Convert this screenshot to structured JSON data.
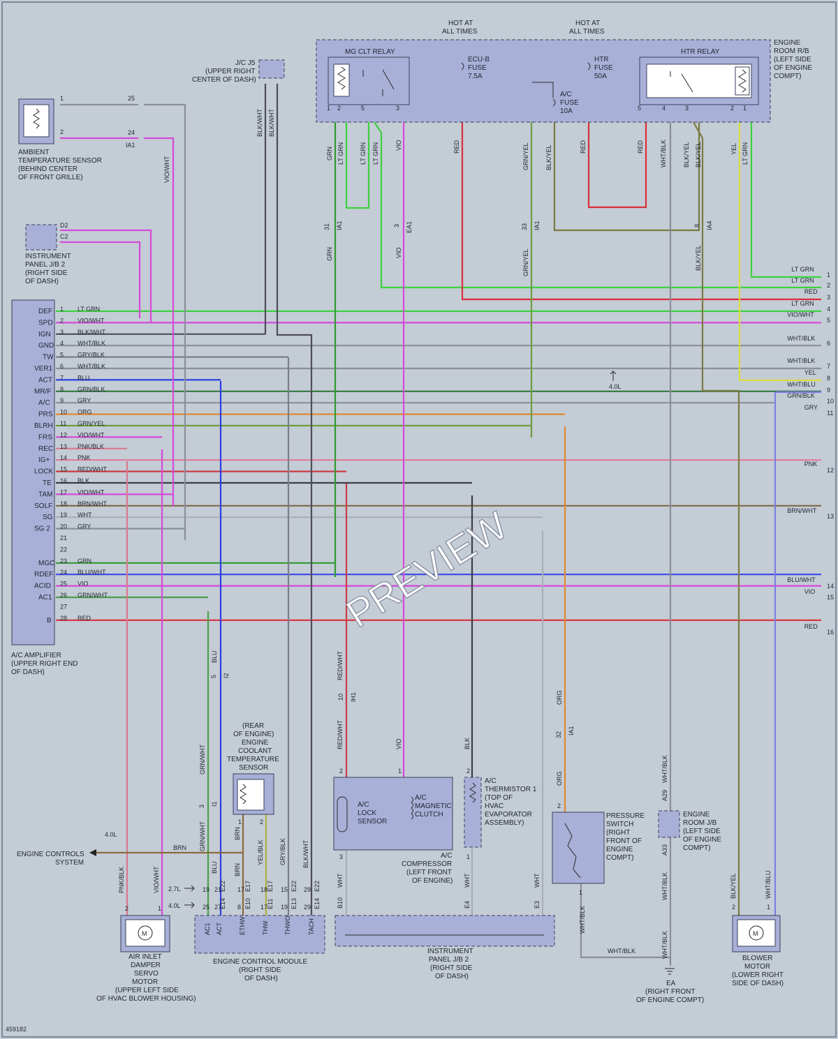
{
  "doc_id": "459182",
  "watermark": "PREVIEW",
  "hot_at_all_times": [
    "HOT AT",
    "ALL TIMES"
  ],
  "engine_room_rb": [
    "ENGINE",
    "ROOM R/B",
    "(LEFT SIDE",
    "OF ENGINE",
    "COMPT)"
  ],
  "relays": {
    "mg_clt": "MG CLT RELAY",
    "htr": "HTR RELAY"
  },
  "fuses": {
    "ecub": [
      "ECU-B",
      "FUSE",
      "7.5A"
    ],
    "ac": [
      "A/C",
      "FUSE",
      "10A"
    ],
    "htr": [
      "HTR",
      "FUSE",
      "50A"
    ]
  },
  "jc_j5": [
    "J/C J5",
    "(UPPER RIGHT",
    "CENTER OF DASH)"
  ],
  "ambient_sensor": [
    "AMBIENT",
    "TEMPERATURE SENSOR",
    "(BEHIND CENTER",
    "OF FRONT GRILLE)"
  ],
  "ip_jb2_top": [
    "INSTRUMENT",
    "PANEL J/B 2",
    "(RIGHT SIDE",
    "OF DASH)"
  ],
  "ac_amplifier": {
    "caption": [
      "A/C AMPLIFIER",
      "(UPPER RIGHT END",
      "OF DASH)"
    ],
    "pins": [
      {
        "name": "DEF",
        "num": "1",
        "color": "LT GRN"
      },
      {
        "name": "SPD",
        "num": "2",
        "color": "VIO/WHT"
      },
      {
        "name": "IGN",
        "num": "3",
        "color": "BLK/WHT"
      },
      {
        "name": "GND",
        "num": "4",
        "color": "WHT/BLK"
      },
      {
        "name": "TW",
        "num": "5",
        "color": "GRY/BLK"
      },
      {
        "name": "VER1",
        "num": "6",
        "color": "WHT/BLK"
      },
      {
        "name": "ACT",
        "num": "7",
        "color": "BLU"
      },
      {
        "name": "MR/F",
        "num": "8",
        "color": "GRN/BLK"
      },
      {
        "name": "A/C",
        "num": "9",
        "color": "GRY"
      },
      {
        "name": "PRS",
        "num": "10",
        "color": "ORG"
      },
      {
        "name": "BLRH",
        "num": "11",
        "color": "GRN/YEL"
      },
      {
        "name": "FRS",
        "num": "12",
        "color": "VIO/WHT"
      },
      {
        "name": "REC",
        "num": "13",
        "color": "PNK/BLK"
      },
      {
        "name": "IG+",
        "num": "14",
        "color": "PNK"
      },
      {
        "name": "LOCK",
        "num": "15",
        "color": "RED/WHT"
      },
      {
        "name": "TE",
        "num": "16",
        "color": "BLK"
      },
      {
        "name": "TAM",
        "num": "17",
        "color": "VIO/WHT"
      },
      {
        "name": "SOLF",
        "num": "18",
        "color": "BRN/WHT"
      },
      {
        "name": "SG",
        "num": "19",
        "color": "WHT"
      },
      {
        "name": "SG 2",
        "num": "20",
        "color": "GRY"
      },
      {
        "name": "",
        "num": "21",
        "color": ""
      },
      {
        "name": "",
        "num": "22",
        "color": ""
      },
      {
        "name": "MGC",
        "num": "23",
        "color": "GRN"
      },
      {
        "name": "RDEF",
        "num": "24",
        "color": "BLU/WHT"
      },
      {
        "name": "ACID",
        "num": "25",
        "color": "VIO"
      },
      {
        "name": "AC1",
        "num": "26",
        "color": "GRN/WHT"
      },
      {
        "name": "",
        "num": "27",
        "color": ""
      },
      {
        "name": "B",
        "num": "28",
        "color": "RED"
      }
    ]
  },
  "right_side_wires": [
    {
      "label": "LT GRN",
      "num": "1"
    },
    {
      "label": "LT GRN",
      "num": "2"
    },
    {
      "label": "RED",
      "num": "3"
    },
    {
      "label": "LT GRN",
      "num": "4"
    },
    {
      "label": "VIO/WHT",
      "num": "5"
    },
    {
      "label": "WHT/BLK",
      "num": "6"
    },
    {
      "label": "WHT/BLK",
      "num": "7"
    },
    {
      "label": "YEL",
      "num": "8"
    },
    {
      "label": "WHT/BLU",
      "num": "9"
    },
    {
      "label": "GRN/BLK",
      "num": "10"
    },
    {
      "label": "GRY",
      "num": "11"
    },
    {
      "label": "PNK",
      "num": "12"
    },
    {
      "label": "BRN/WHT",
      "num": "13"
    },
    {
      "label": "BLU/WHT",
      "num": "14"
    },
    {
      "label": "VIO",
      "num": "15"
    },
    {
      "label": "RED",
      "num": "16"
    }
  ],
  "ref_4_0l": "4.0L",
  "ref_2_7l": "2.7L",
  "engine_controls": [
    "ENGINE CONTROLS",
    "SYSTEM"
  ],
  "coolant_sensor": [
    "(REAR",
    "OF ENGINE)",
    "ENGINE",
    "COOLANT",
    "TEMPERATURE",
    "SENSOR"
  ],
  "compressor": {
    "lock_sensor": [
      "A/C",
      "LOCK",
      "SENSOR"
    ],
    "clutch": [
      "A/C",
      "MAGNETIC",
      "CLUTCH"
    ],
    "caption": [
      "A/C",
      "COMPRESSOR",
      "(LEFT FRONT",
      "OF ENGINE)"
    ]
  },
  "thermistor": [
    "A/C",
    "THERMISTOR 1",
    "(TOP OF",
    "HVAC",
    "EVAPORATOR",
    "ASSEMBLY)"
  ],
  "pressure_switch": [
    "PRESSURE",
    "SWITCH",
    "(RIGHT",
    "FRONT OF",
    "ENGINE",
    "COMPT)"
  ],
  "engine_room_jb": [
    "ENGINE",
    "ROOM J/B",
    "(LEFT SIDE",
    "OF ENGINE",
    "COMPT)"
  ],
  "damper_motor": [
    "AIR INLET",
    "DAMPER",
    "SERVO",
    "MOTOR",
    "(UPPER LEFT SIDE",
    "OF HVAC BLOWER HOUSING)"
  ],
  "ecm": {
    "caption": [
      "ENGINE CONTROL MODULE",
      "(RIGHT SIDE",
      "OF DASH)"
    ],
    "pins": [
      "AC1",
      "ACT",
      "ETHW",
      "THW",
      "THWO",
      "TACH"
    ]
  },
  "ip_jb2_bottom": [
    "INSTRUMENT",
    "PANEL J/B 2",
    "(RIGHT SIDE",
    "OF DASH)"
  ],
  "ground_ea": [
    "EA",
    "(RIGHT FRONT",
    "OF ENGINE COMPT)"
  ],
  "blower": [
    "BLOWER",
    "MOTOR",
    "(LOWER RIGHT",
    "SIDE OF DASH)"
  ],
  "colors": {
    "LT GRN": "#3cd23c",
    "GRN": "#2f9a2f",
    "RED": "#d8303a",
    "VIO": "#d44ad8",
    "VIO/WHT": "#d44ad8",
    "BLU": "#2b3ee0",
    "BLU/WHT": "#3a48e6",
    "GRY": "#8a8f98",
    "WHT": "#a8aeb8",
    "WHT/BLK": "#8a8e98",
    "BLK": "#3d3d45",
    "BLK/WHT": "#4d4d58",
    "ORG": "#e08a30",
    "GRN/YEL": "#6c9e3c",
    "YEL": "#dcdc3c",
    "PNK": "#e07a9a",
    "PNK/BLK": "#d8788e",
    "BRN": "#8c6a3a",
    "BRN/WHT": "#7e6a44",
    "RED/WHT": "#cc3a44",
    "GRN/BLK": "#357840",
    "GRN/WHT": "#4aa04a",
    "GRY/BLK": "#7a7e88",
    "BLK/YEL": "#7a7a40",
    "WHT/BLU": "#7a7ee0",
    "YEL/BLK": "#b0b040"
  }
}
